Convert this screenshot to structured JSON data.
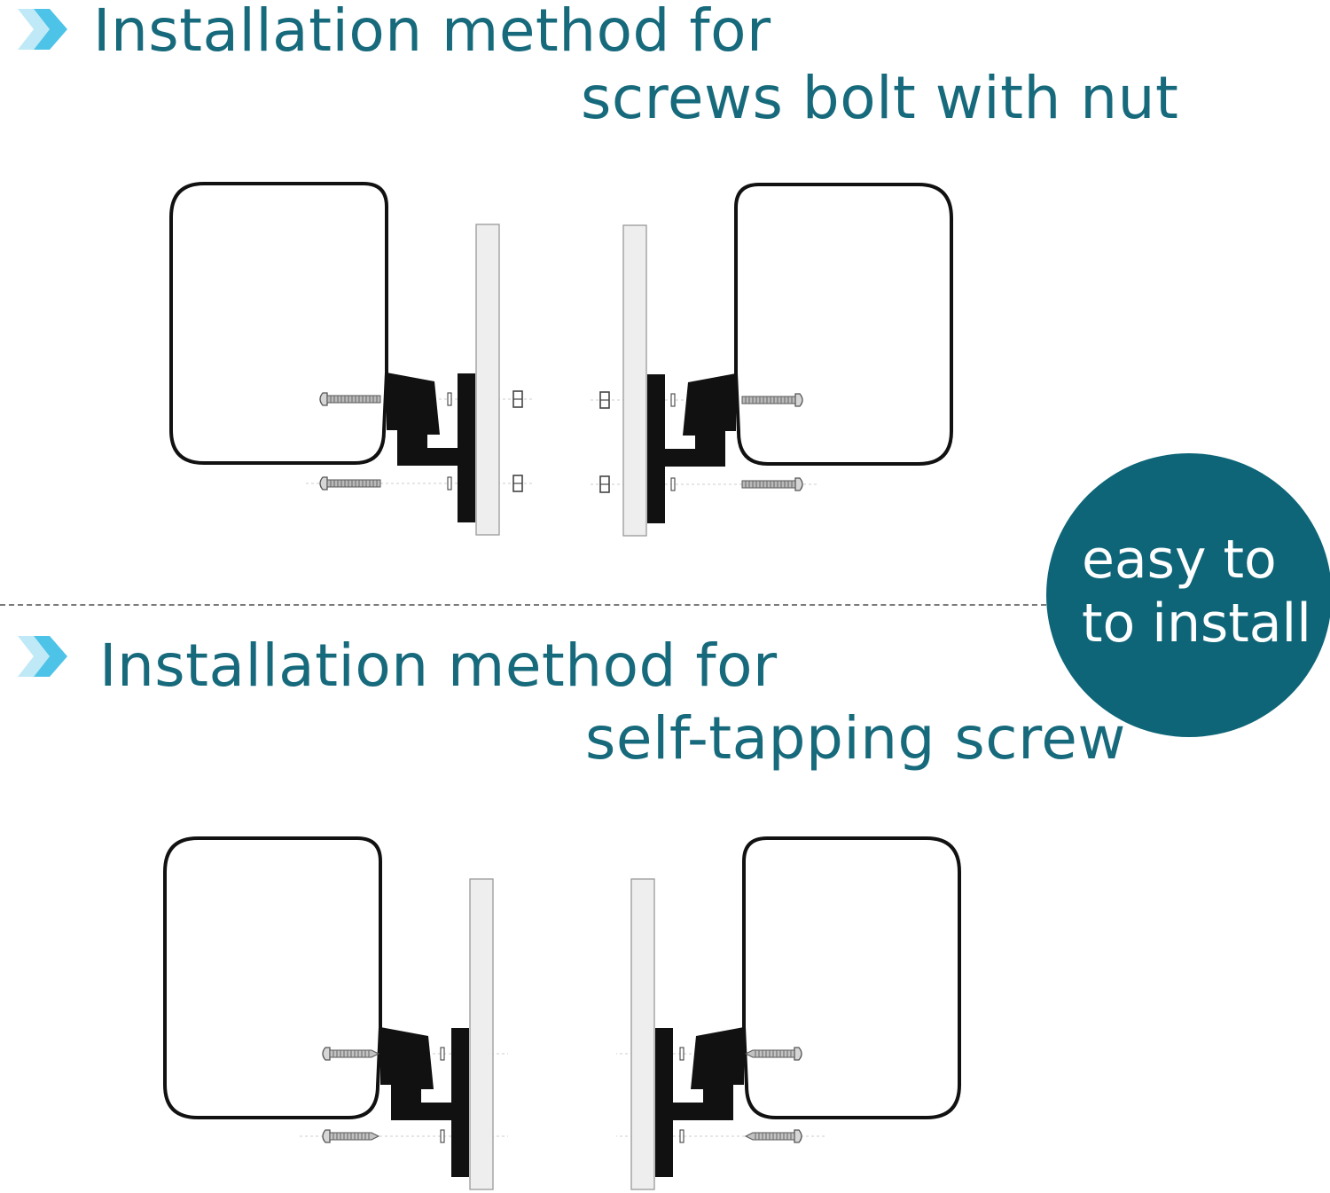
{
  "sections": [
    {
      "title_line1": "Installation method for",
      "title_line2": "screws bolt with nut",
      "fastener": "bolt-with-nut"
    },
    {
      "title_line1": "Installation method for",
      "title_line2": "self-tapping screw",
      "fastener": "self-tapping-screw"
    }
  ],
  "badge": {
    "line1": "easy to",
    "line2": "to install"
  },
  "colors": {
    "heading": "#166a7c",
    "badge_bg": "#0d6577",
    "badge_text": "#ffffff",
    "bracket": "#111111",
    "panel": "#eeeeee"
  }
}
